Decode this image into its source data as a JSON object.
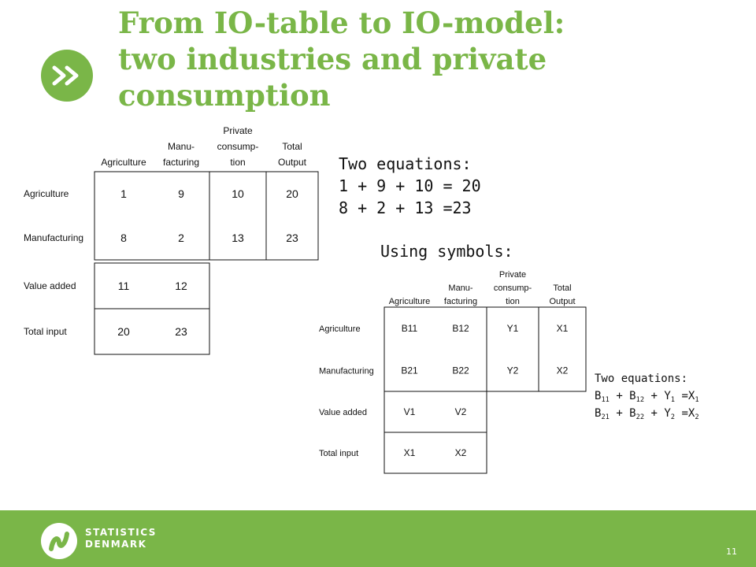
{
  "slide": {
    "title_lines": [
      "From IO-table to IO-model:",
      "two industries and private",
      "consumption"
    ],
    "badge_icon": "double-chevron-right-icon",
    "page_number": "11"
  },
  "left_table": {
    "col_headers": [
      [
        "Agriculture"
      ],
      [
        "Manu-",
        "facturing"
      ],
      [
        "Private",
        "consump-",
        "tion"
      ],
      [
        "Total",
        "Output"
      ]
    ],
    "row_labels": [
      "Agriculture",
      "Manufacturing",
      "Value added",
      "Total input"
    ],
    "cells": [
      [
        "1",
        "9",
        "10",
        "20"
      ],
      [
        "8",
        "2",
        "13",
        "23"
      ],
      [
        "11",
        "12"
      ],
      [
        "20",
        "23"
      ]
    ]
  },
  "right_table": {
    "col_headers": [
      [
        "Agriculture"
      ],
      [
        "Manu-",
        "facturing"
      ],
      [
        "Private",
        "consump-",
        "tion"
      ],
      [
        "Total",
        "Output"
      ]
    ],
    "row_labels": [
      "Agriculture",
      "Manufacturing",
      "Value added",
      "Total input"
    ],
    "cells": [
      [
        "B11",
        "B12",
        "Y1",
        "X1"
      ],
      [
        "B21",
        "B22",
        "Y2",
        "X2"
      ],
      [
        "V1",
        "V2"
      ],
      [
        "X1",
        "X2"
      ]
    ]
  },
  "equations_numeric": {
    "heading": "Two equations:",
    "line1": "1 + 9 + 10 = 20",
    "line2": "8 + 2 + 13 =23"
  },
  "symbols_heading": "Using symbols:",
  "equations_symbolic": {
    "heading": "Two equations:",
    "eq1": {
      "B": "B",
      "s1": "11",
      "plus1": " + B",
      "s2": "12",
      "plus2": " + Y",
      "s3": "1",
      "eqX": " =X",
      "s4": "1"
    },
    "eq2": {
      "B": "B",
      "s1": "21",
      "plus1": " + B",
      "s2": "22",
      "plus2": " + Y",
      "s3": "2",
      "eqX": " =X",
      "s4": "2"
    }
  },
  "footer": {
    "logo_icon": "statistics-denmark-logo-icon",
    "logo_line1": "STATISTICS",
    "logo_line2": "DENMARK",
    "colors": {
      "brand_green": "#7ab648"
    }
  }
}
